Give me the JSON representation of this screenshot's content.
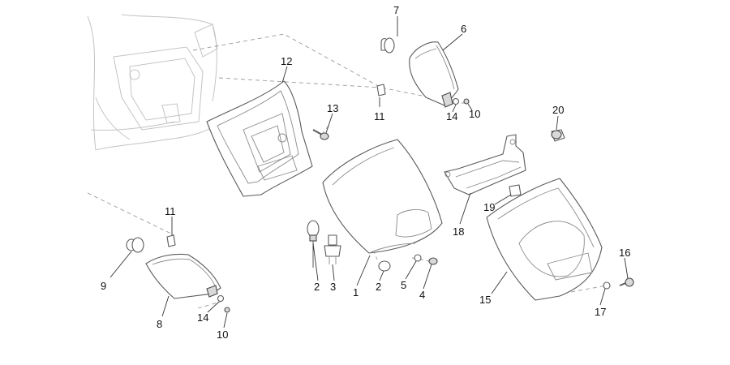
{
  "callouts": [
    {
      "id": "c1",
      "text": "1"
    },
    {
      "id": "c2a",
      "text": "2"
    },
    {
      "id": "c2b",
      "text": "2"
    },
    {
      "id": "c3",
      "text": "3"
    },
    {
      "id": "c4",
      "text": "4"
    },
    {
      "id": "c5",
      "text": "5"
    },
    {
      "id": "c6",
      "text": "6"
    },
    {
      "id": "c7",
      "text": "7"
    },
    {
      "id": "c8",
      "text": "8"
    },
    {
      "id": "c9",
      "text": "9"
    },
    {
      "id": "c10a",
      "text": "10"
    },
    {
      "id": "c10b",
      "text": "10"
    },
    {
      "id": "c11a",
      "text": "11"
    },
    {
      "id": "c11b",
      "text": "11"
    },
    {
      "id": "c12",
      "text": "12"
    },
    {
      "id": "c13",
      "text": "13"
    },
    {
      "id": "c14a",
      "text": "14"
    },
    {
      "id": "c14b",
      "text": "14"
    },
    {
      "id": "c15",
      "text": "15"
    },
    {
      "id": "c16",
      "text": "16"
    },
    {
      "id": "c17",
      "text": "17"
    },
    {
      "id": "c18",
      "text": "18"
    },
    {
      "id": "c19",
      "text": "19"
    },
    {
      "id": "c20",
      "text": "20"
    }
  ]
}
